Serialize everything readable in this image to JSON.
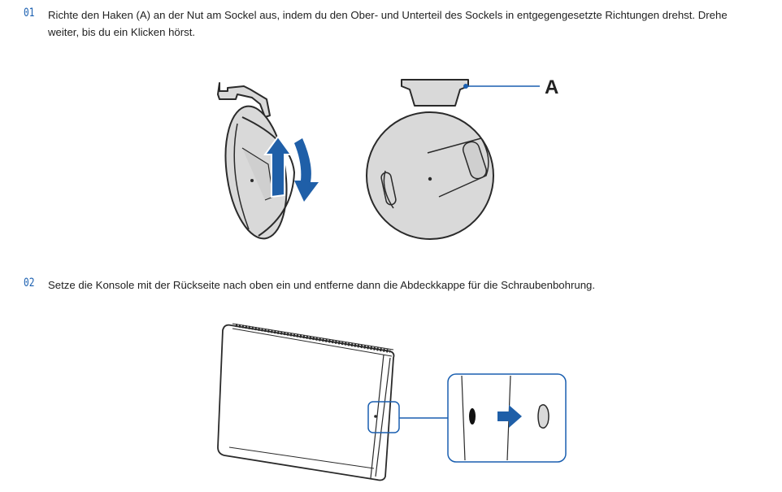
{
  "steps": [
    {
      "number": "01",
      "text": "Richte den Haken (A) an der Nut am Sockel aus, indem du den Ober- und Unterteil des Sockels in entgegengesetzte Richtungen drehst. Drehe weiter, bis du ein Klicken hörst."
    },
    {
      "number": "02",
      "text": "Setze die Konsole mit der Rückseite nach oben ein und entferne dann die Abdeckkappe für die Schraubenbohrung."
    }
  ],
  "figure1": {
    "callout_label": "A"
  },
  "colors": {
    "accent": "#1a5fb0",
    "arrow_blue": "#1f5fa8",
    "part_gray": "#d9d9d9",
    "line_dark": "#2a2a2a"
  }
}
